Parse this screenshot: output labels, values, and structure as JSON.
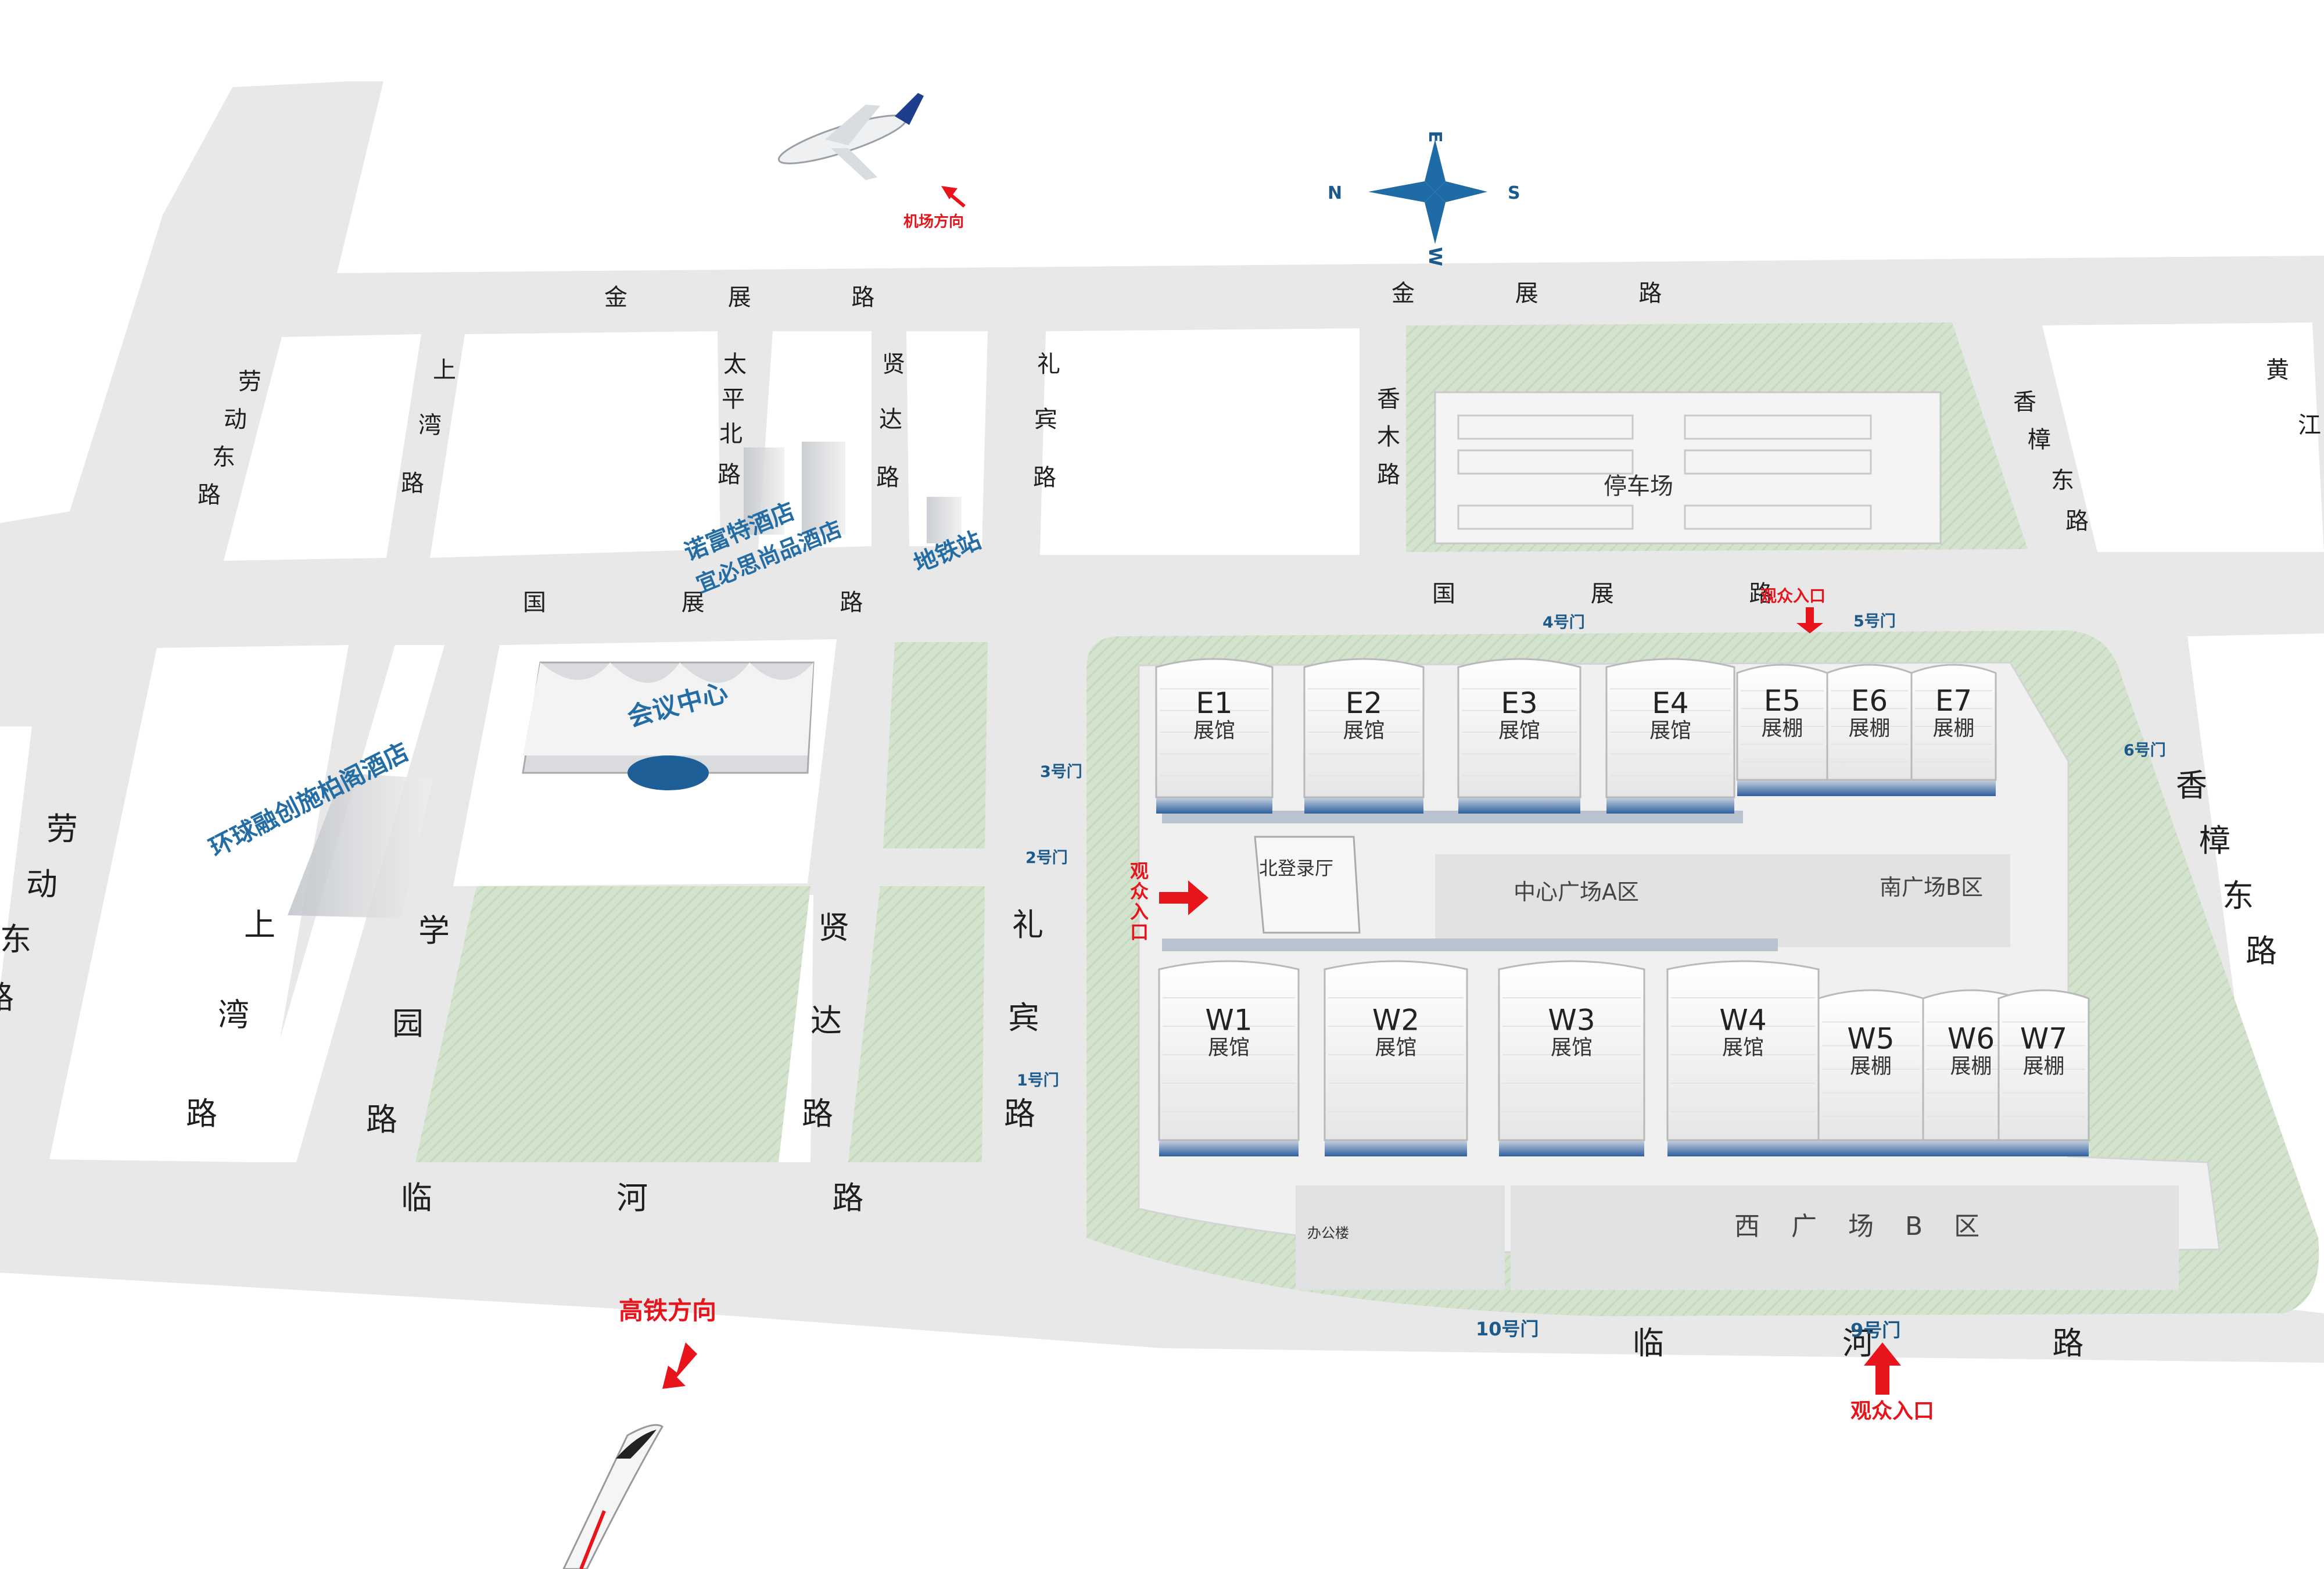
{
  "roads": {
    "jinzhan_1": "金 展 路",
    "jinzhan_2": "金 展 路",
    "guozhan_1": "国 展 路",
    "guozhan_2": "国 展 路",
    "laodong_top": [
      "劳",
      "动",
      "东",
      "路"
    ],
    "laodong_bottom": [
      "劳",
      "动",
      "东",
      "路"
    ],
    "shangwan_top": [
      "上",
      "湾",
      "路"
    ],
    "shangwan_bottom": [
      "上",
      "湾",
      "路"
    ],
    "taiping": [
      "太",
      "平",
      "北",
      "路"
    ],
    "xianda_top": [
      "贤",
      "达",
      "路"
    ],
    "xianda_bottom": [
      "贤",
      "达",
      "路"
    ],
    "libin_top": [
      "礼",
      "宾",
      "路"
    ],
    "libin_bottom": [
      "礼",
      "宾",
      "路"
    ],
    "xiangmu": [
      "香",
      "木",
      "路"
    ],
    "xiangzhang_top": [
      "香",
      "樟",
      "东",
      "路"
    ],
    "xiangzhang_right": [
      "香",
      "樟",
      "东",
      "路"
    ],
    "huangjiang": [
      "黄",
      "江"
    ],
    "xueyuan": [
      "学",
      "园",
      "路"
    ],
    "linhe_1": "临 河 路",
    "linhe_2": "临 河 路"
  },
  "places": {
    "parking": "停车场",
    "hotel_nft": "诺富特酒店",
    "hotel_yibis": "宜必思尚品酒店",
    "metro": "地铁站",
    "conference": "会议中心",
    "hotel_global": "环球融创施柏阁酒店",
    "north_hall": "北登录厅",
    "central_plaza": "中心广场A区",
    "south_plaza": "南广场B区",
    "west_plaza": "西 广 场 B 区",
    "office": "办公楼"
  },
  "directions": {
    "airport": "机场方向",
    "rail": "高铁方向",
    "visitor_entry_top": "观众入口",
    "visitor_entry_bottom": "观众入口",
    "visitor_entry_left": [
      "观",
      "众",
      "入",
      "口"
    ]
  },
  "gates": {
    "g1": "1号门",
    "g2": "2号门",
    "g3": "3号门",
    "g4": "4号门",
    "g5": "5号门",
    "g6": "6号门",
    "g9": "9号门",
    "g10": "10号门"
  },
  "compass": {
    "n": "N",
    "s": "S",
    "e": "E",
    "w": "W"
  },
  "halls_east": [
    {
      "code": "E1",
      "sub": "展馆"
    },
    {
      "code": "E2",
      "sub": "展馆"
    },
    {
      "code": "E3",
      "sub": "展馆"
    },
    {
      "code": "E4",
      "sub": "展馆"
    },
    {
      "code": "E5",
      "sub": "展棚"
    },
    {
      "code": "E6",
      "sub": "展棚"
    },
    {
      "code": "E7",
      "sub": "展棚"
    }
  ],
  "halls_west": [
    {
      "code": "W1",
      "sub": "展馆"
    },
    {
      "code": "W2",
      "sub": "展馆"
    },
    {
      "code": "W3",
      "sub": "展馆"
    },
    {
      "code": "W4",
      "sub": "展馆"
    },
    {
      "code": "W5",
      "sub": "展棚"
    },
    {
      "code": "W6",
      "sub": "展棚"
    },
    {
      "code": "W7",
      "sub": "展棚"
    }
  ],
  "colors": {
    "green": "#cfe0c9",
    "block": "#ffffff",
    "road": "#e7e7e7",
    "accent_blue": "#236da4",
    "red": "#e8141b"
  }
}
